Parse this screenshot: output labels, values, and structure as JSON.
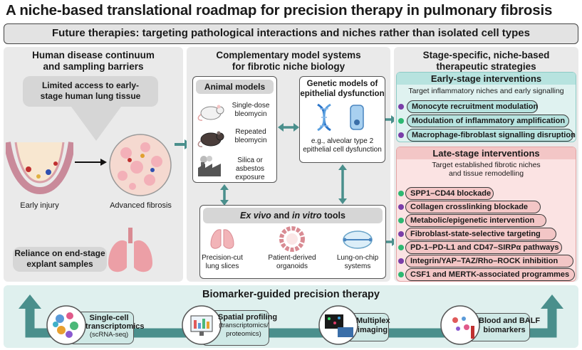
{
  "title": "A niche-based translational roadmap for precision therapy in pulmonary fibrosis",
  "banner": "Future therapies:  targeting pathological interactions and niches rather than isolated cell types",
  "left": {
    "heading_1": "Human disease continuum",
    "heading_2": "and sampling barriers",
    "access_1": "Limited access to early-",
    "access_2": "stage human lung tissue",
    "early_injury": "Early injury",
    "advanced_fibrosis": "Advanced fibrosis",
    "reliance_1": "Reliance on end-stage",
    "reliance_2": "explant samples"
  },
  "middle": {
    "heading_1": "Complementary model systems",
    "heading_2": "for fibrotic niche biology",
    "animal_title": "Animal models",
    "single_1": "Single-dose",
    "single_2": "bleomycin",
    "repeated_1": "Repeated",
    "repeated_2": "bleomycin",
    "silica_1": "Silica or asbestos",
    "silica_2": "exposure",
    "genetic_1": "Genetic models of",
    "genetic_2": "epithelial dysfunction",
    "genetic_eg_1": "e.g., alveolar type 2",
    "genetic_eg_2": "epithelial cell dysfunction",
    "tools_ex": "Ex vivo",
    "tools_and": " and ",
    "tools_in": "in vitro",
    "tools_rest": " tools",
    "pcls_1": "Precision-cut",
    "pcls_2": "lung slices",
    "org_1": "Patient-derived",
    "org_2": "organoids",
    "chip_1": "Lung-on-chip",
    "chip_2": "systems"
  },
  "right": {
    "heading_1": "Stage-specific, niche-based",
    "heading_2": "therapeutic strategies",
    "early_title": "Early-stage interventions",
    "early_sub": "Target inflammatory niches and early signalling",
    "early_items": [
      "Monocyte recruitment modulation",
      "Modulation of inflammatory amplification",
      "Macrophage-fibroblast signalling disruption"
    ],
    "late_title": "Late-stage interventions",
    "late_sub_1": "Target established fibrotic niches",
    "late_sub_2": "and tissue remodelling",
    "late_items": [
      "SPP1–CD44 blockade",
      "Collagen crosslinking blockade",
      "Metabolic/epigenetic intervention",
      "Fibroblast-state-selective targeting",
      "PD-1–PD-L1 and CD47–SIRPα pathways",
      "Integrin/YAP–TAZ/Rho–ROCK inhibition",
      "CSF1 and MERTK-associated programmes"
    ]
  },
  "bottom": {
    "heading": "Biomarker-guided precision therapy",
    "sc_1": "Single-cell",
    "sc_2": "transcriptomics",
    "sc_3": "(scRNA-seq)",
    "sp_1": "Spatial profiling",
    "sp_2": "(transcriptomics/",
    "sp_3": "proteomics)",
    "mx_1": "Multiplex",
    "mx_2": "imaging",
    "bb_1": "Blood and BALF",
    "bb_2": "biomarkers"
  },
  "colors": {
    "teal": "#4a8f8c",
    "teal_light": "#b7e3df",
    "pink_light": "#f3c6c6",
    "green_dot": "#2eb872",
    "purple_dot": "#7a3ea8"
  }
}
